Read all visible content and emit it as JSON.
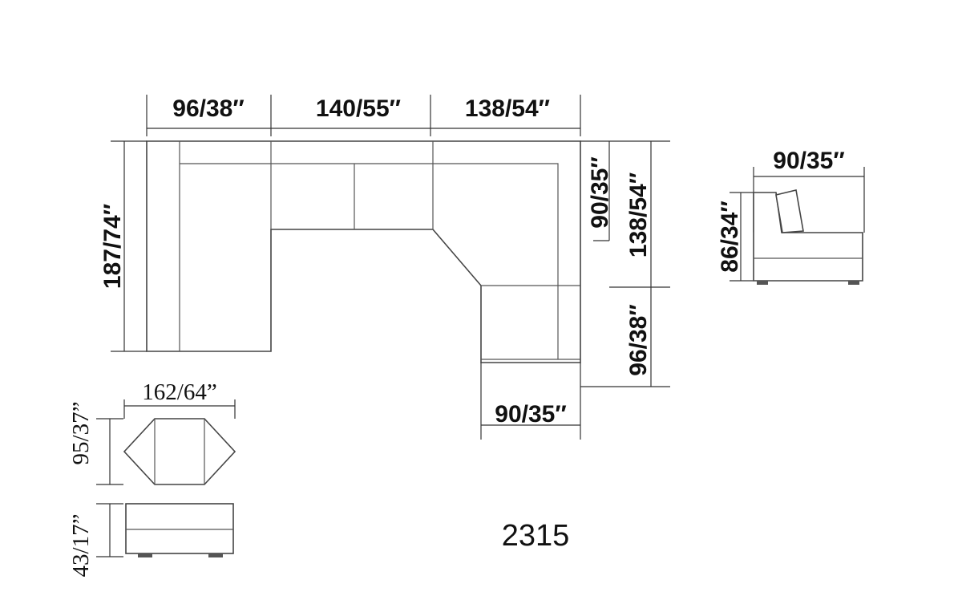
{
  "model_number": "2315",
  "sectional": {
    "top_widths": [
      "96/38″",
      "140/55″",
      "138/54″"
    ],
    "left_depth": "187/74″",
    "right_depth_small": "90/35″",
    "right_depth_upper": "138/54″",
    "right_depth_lower": "96/38″",
    "bottom_width": "90/35″"
  },
  "side_view": {
    "width": "90/35″",
    "height": "86/34″"
  },
  "ottoman": {
    "width": "162/64”",
    "depth": "95/37”",
    "height": "43/17”"
  }
}
